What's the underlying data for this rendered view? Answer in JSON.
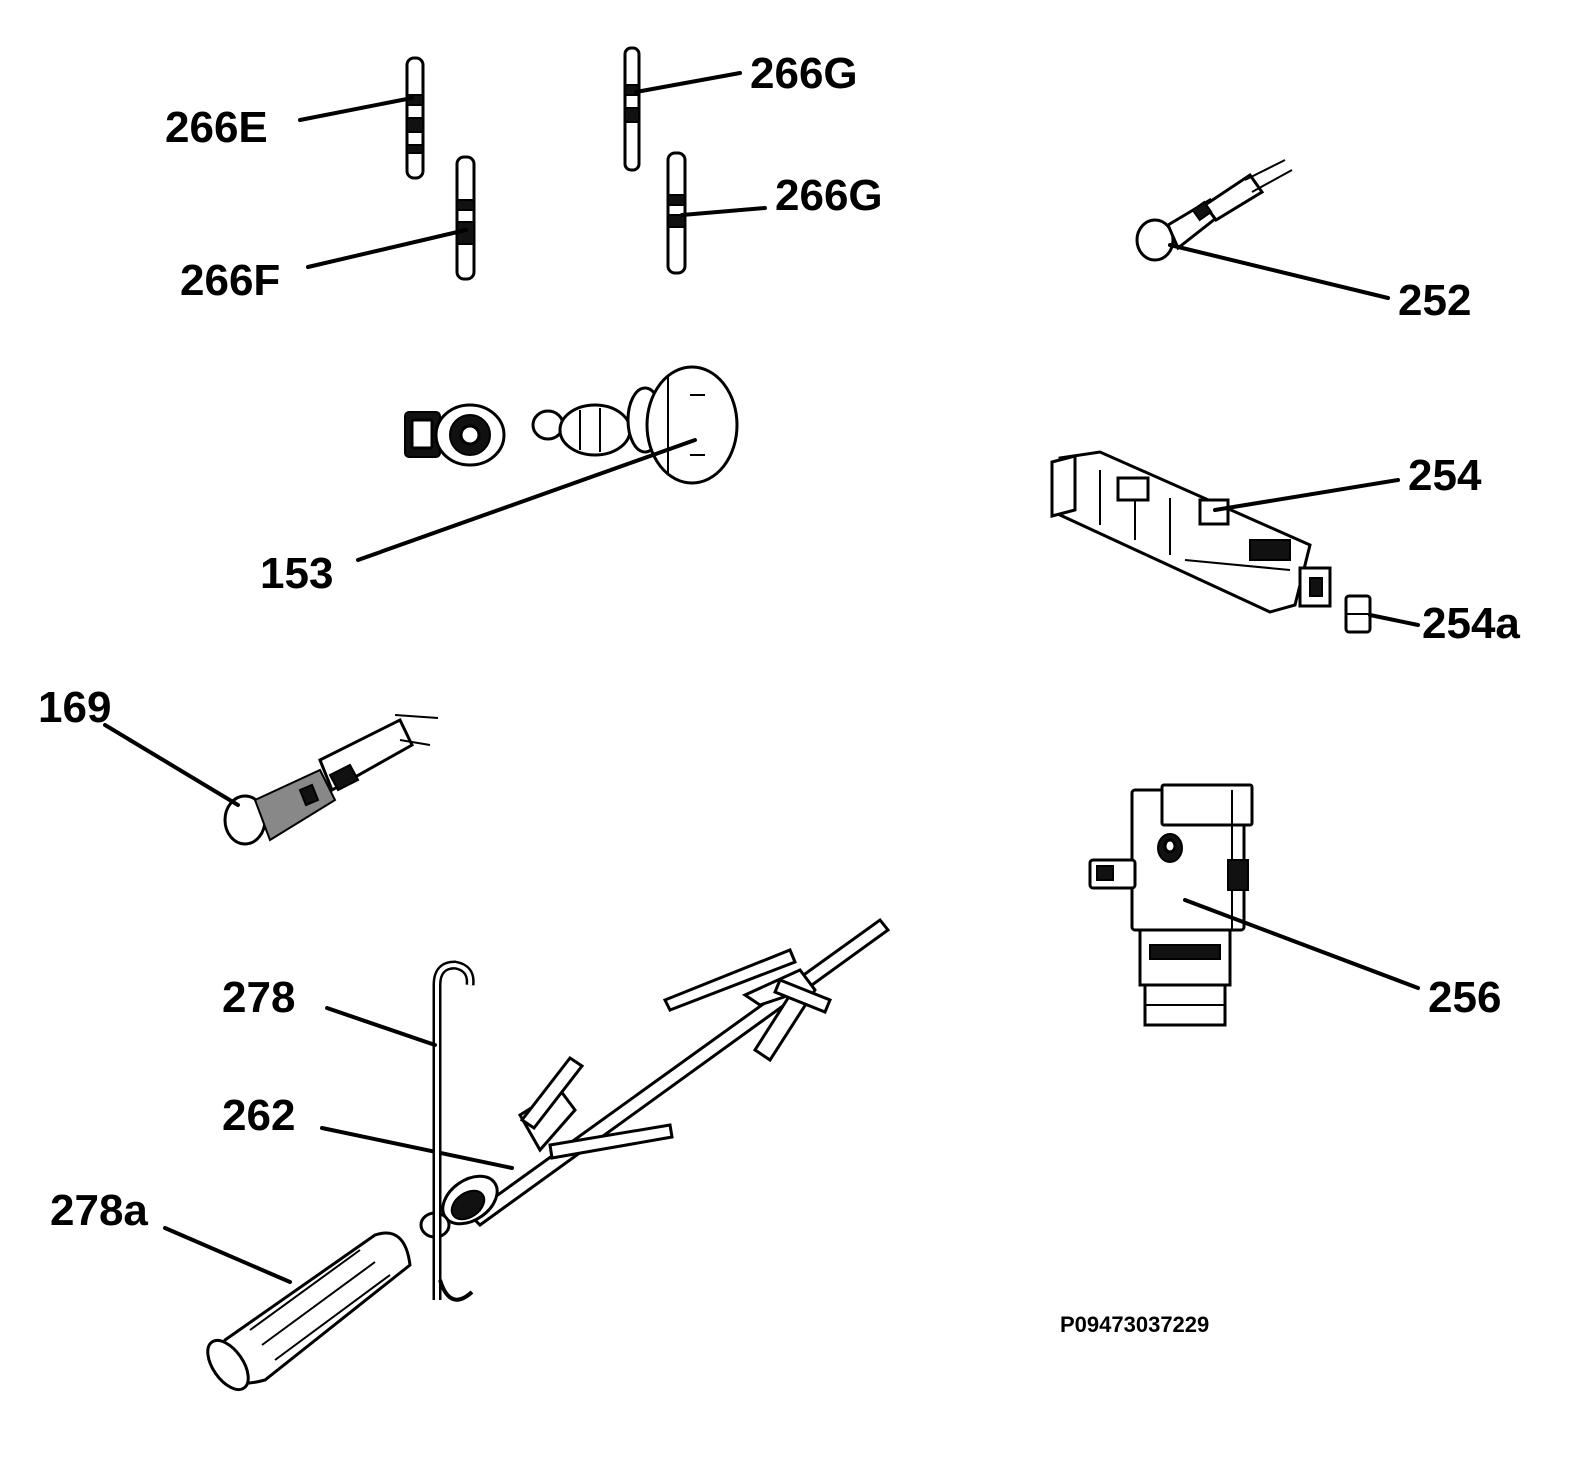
{
  "callouts": {
    "c266e": "266E",
    "c266g_top": "266G",
    "c266g_mid": "266G",
    "c266f": "266F",
    "c252": "252",
    "c153": "153",
    "c254": "254",
    "c254a": "254a",
    "c169": "169",
    "c256": "256",
    "c278": "278",
    "c262": "262",
    "c278a": "278a"
  },
  "document_code": "P09473037229"
}
